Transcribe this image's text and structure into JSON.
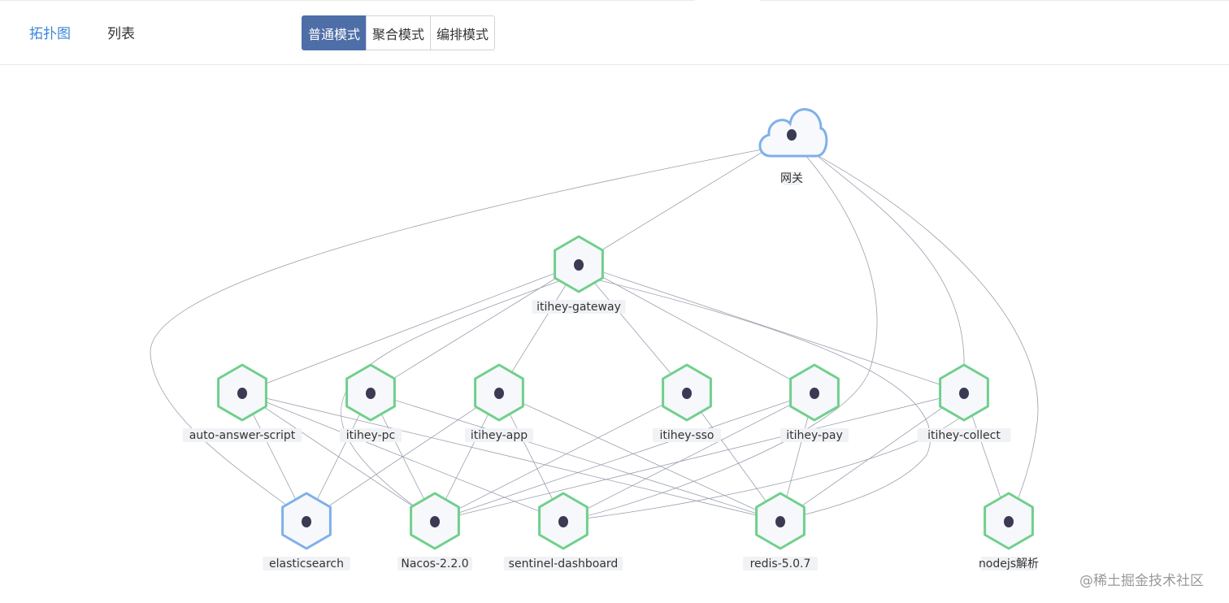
{
  "header": {
    "view_tabs": [
      {
        "label": "拓扑图",
        "active": true
      },
      {
        "label": "列表",
        "active": false
      }
    ],
    "mode_buttons": [
      {
        "label": "普通模式",
        "selected": true
      },
      {
        "label": "聚合模式",
        "selected": false
      },
      {
        "label": "编排模式",
        "selected": false
      }
    ]
  },
  "colors": {
    "accent": "#3b86d8",
    "selected_mode_bg": "#4e6ea8",
    "service_node_stroke": "#6fd08c",
    "infra_node_stroke": "#7fb0ea",
    "edge": "#9a9fad",
    "node_dot": "#3a3a52"
  },
  "topology": {
    "nodes": [
      {
        "id": "gw",
        "label": "网关",
        "shape": "cloud",
        "kind": "gateway"
      },
      {
        "id": "itg",
        "label": "itihey-gateway",
        "shape": "hexagon",
        "kind": "service"
      },
      {
        "id": "aas",
        "label": "auto-answer-script",
        "shape": "hexagon",
        "kind": "service"
      },
      {
        "id": "pc",
        "label": "itihey-pc",
        "shape": "hexagon",
        "kind": "service"
      },
      {
        "id": "app",
        "label": "itihey-app",
        "shape": "hexagon",
        "kind": "service"
      },
      {
        "id": "sso",
        "label": "itihey-sso",
        "shape": "hexagon",
        "kind": "service"
      },
      {
        "id": "pay",
        "label": "itihey-pay",
        "shape": "hexagon",
        "kind": "service"
      },
      {
        "id": "col",
        "label": "itihey-collect",
        "shape": "hexagon",
        "kind": "service"
      },
      {
        "id": "es",
        "label": "elasticsearch",
        "shape": "hexagon",
        "kind": "infra"
      },
      {
        "id": "nacos",
        "label": "Nacos-2.2.0",
        "shape": "hexagon",
        "kind": "service"
      },
      {
        "id": "sent",
        "label": "sentinel-dashboard",
        "shape": "hexagon",
        "kind": "service"
      },
      {
        "id": "redis",
        "label": "redis-5.0.7",
        "shape": "hexagon",
        "kind": "service"
      },
      {
        "id": "node",
        "label": "nodejs解析",
        "shape": "hexagon",
        "kind": "service"
      }
    ],
    "edges": [
      [
        "gw",
        "itg"
      ],
      [
        "gw",
        "es"
      ],
      [
        "gw",
        "sent"
      ],
      [
        "gw",
        "col"
      ],
      [
        "gw",
        "node"
      ],
      [
        "itg",
        "aas"
      ],
      [
        "itg",
        "pc"
      ],
      [
        "itg",
        "app"
      ],
      [
        "itg",
        "sso"
      ],
      [
        "itg",
        "pay"
      ],
      [
        "itg",
        "col"
      ],
      [
        "itg",
        "nacos"
      ],
      [
        "itg",
        "redis"
      ],
      [
        "aas",
        "es"
      ],
      [
        "aas",
        "nacos"
      ],
      [
        "aas",
        "sent"
      ],
      [
        "aas",
        "redis"
      ],
      [
        "pc",
        "es"
      ],
      [
        "pc",
        "nacos"
      ],
      [
        "pc",
        "redis"
      ],
      [
        "app",
        "es"
      ],
      [
        "app",
        "nacos"
      ],
      [
        "app",
        "sent"
      ],
      [
        "app",
        "redis"
      ],
      [
        "sso",
        "nacos"
      ],
      [
        "sso",
        "redis"
      ],
      [
        "pay",
        "nacos"
      ],
      [
        "pay",
        "redis"
      ],
      [
        "pay",
        "sent"
      ],
      [
        "col",
        "nacos"
      ],
      [
        "col",
        "redis"
      ],
      [
        "col",
        "node"
      ],
      [
        "col",
        "sent"
      ]
    ]
  },
  "watermark": "@稀土掘金技术社区"
}
